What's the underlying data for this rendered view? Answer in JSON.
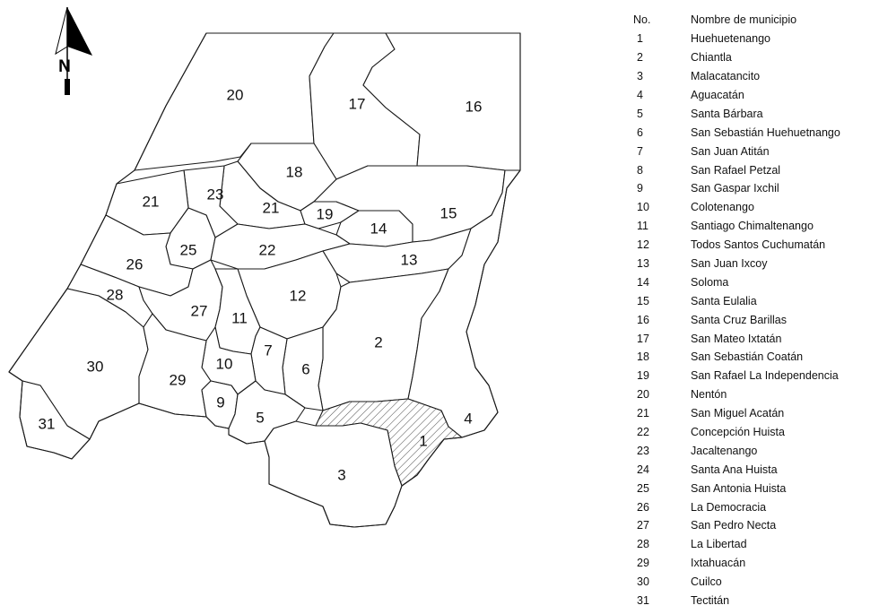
{
  "north_label": "N",
  "map_regions": [
    {
      "id": "1",
      "hatched": true
    },
    {
      "id": "2"
    },
    {
      "id": "3"
    },
    {
      "id": "4"
    },
    {
      "id": "5"
    },
    {
      "id": "6"
    },
    {
      "id": "7"
    },
    {
      "id": "8"
    },
    {
      "id": "9"
    },
    {
      "id": "10"
    },
    {
      "id": "11"
    },
    {
      "id": "12"
    },
    {
      "id": "13"
    },
    {
      "id": "14"
    },
    {
      "id": "15"
    },
    {
      "id": "16"
    },
    {
      "id": "17"
    },
    {
      "id": "18"
    },
    {
      "id": "19"
    },
    {
      "id": "20"
    },
    {
      "id": "21"
    },
    {
      "id": "22"
    },
    {
      "id": "23"
    },
    {
      "id": "24"
    },
    {
      "id": "25"
    },
    {
      "id": "26"
    },
    {
      "id": "27"
    },
    {
      "id": "28"
    },
    {
      "id": "29"
    },
    {
      "id": "30"
    },
    {
      "id": "31"
    }
  ],
  "map_labels": [
    "20",
    "17",
    "16",
    "18",
    "21",
    "23",
    "21",
    "19",
    "14",
    "15",
    "25",
    "22",
    "26",
    "13",
    "12",
    "28",
    "27",
    "11",
    "2",
    "30",
    "10",
    "7",
    "6",
    "29",
    "9",
    "5",
    "31",
    "1",
    "4",
    "3"
  ],
  "legend": {
    "header_no": "No.",
    "header_name": "Nombre de municipio",
    "rows": [
      {
        "no": "1",
        "name": "Huehuetenango"
      },
      {
        "no": "2",
        "name": "Chiantla"
      },
      {
        "no": "3",
        "name": "Malacatancito"
      },
      {
        "no": "4",
        "name": "Aguacatán"
      },
      {
        "no": "5",
        "name": "Santa Bárbara"
      },
      {
        "no": "6",
        "name": "San Sebastián Huehuetnango"
      },
      {
        "no": "7",
        "name": "San Juan Atitán"
      },
      {
        "no": "8",
        "name": "San Rafael Petzal"
      },
      {
        "no": "9",
        "name": "San Gaspar Ixchil"
      },
      {
        "no": "10",
        "name": "Colotenango"
      },
      {
        "no": "11",
        "name": "Santiago Chimaltenango"
      },
      {
        "no": "12",
        "name": "Todos Santos Cuchumatán"
      },
      {
        "no": "13",
        "name": "San Juan Ixcoy"
      },
      {
        "no": "14",
        "name": "Soloma"
      },
      {
        "no": "15",
        "name": "Santa Eulalia"
      },
      {
        "no": "16",
        "name": "Santa Cruz Barillas"
      },
      {
        "no": "17",
        "name": "San Mateo Ixtatán"
      },
      {
        "no": "18",
        "name": "San Sebastián Coatán"
      },
      {
        "no": "19",
        "name": "San Rafael La Independencia"
      },
      {
        "no": "20",
        "name": "Nentón"
      },
      {
        "no": "21",
        "name": "San Miguel Acatán"
      },
      {
        "no": "22",
        "name": "Concepción Huista"
      },
      {
        "no": "23",
        "name": "Jacaltenango"
      },
      {
        "no": "24",
        "name": "Santa Ana Huista"
      },
      {
        "no": "25",
        "name": "San Antonia Huista"
      },
      {
        "no": "26",
        "name": "La Democracia"
      },
      {
        "no": "27",
        "name": "San Pedro Necta"
      },
      {
        "no": "28",
        "name": "La Libertad"
      },
      {
        "no": "29",
        "name": "Ixtahuacán"
      },
      {
        "no": "30",
        "name": "Cuilco"
      },
      {
        "no": "31",
        "name": "Tectitán"
      }
    ]
  }
}
